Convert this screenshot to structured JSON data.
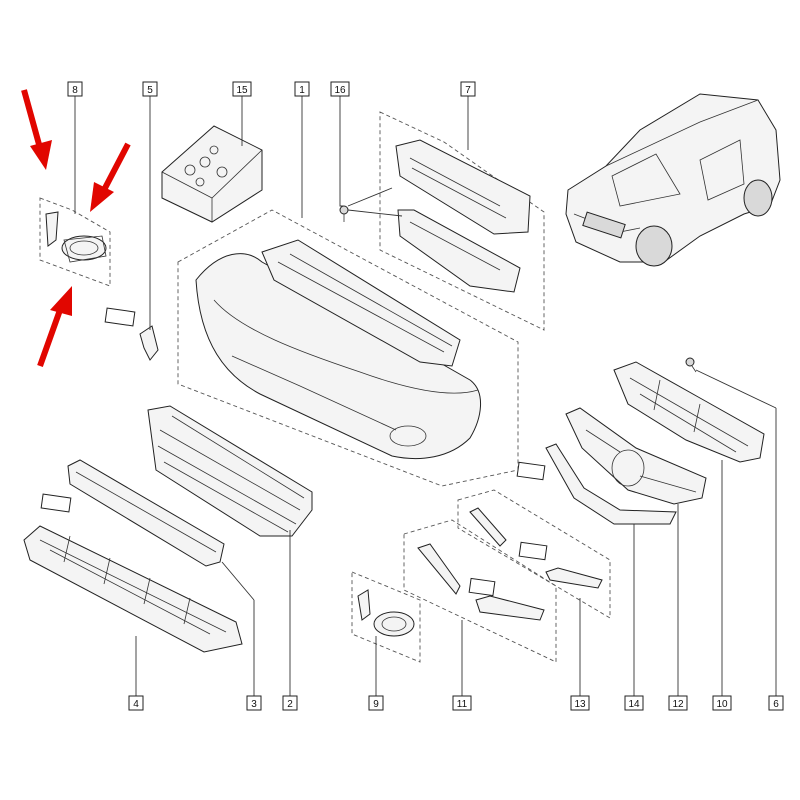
{
  "callouts": {
    "c1": "1",
    "c2": "2",
    "c3": "3",
    "c4": "4",
    "c5": "5",
    "c6": "6",
    "c7": "7",
    "c8": "8",
    "c9": "9",
    "c10": "10",
    "c11": "11",
    "c12": "12",
    "c13": "13",
    "c14": "14",
    "c15": "15",
    "c16": "16"
  },
  "colors": {
    "highlight_arrows": "#e10600",
    "line_art": "#222222"
  }
}
